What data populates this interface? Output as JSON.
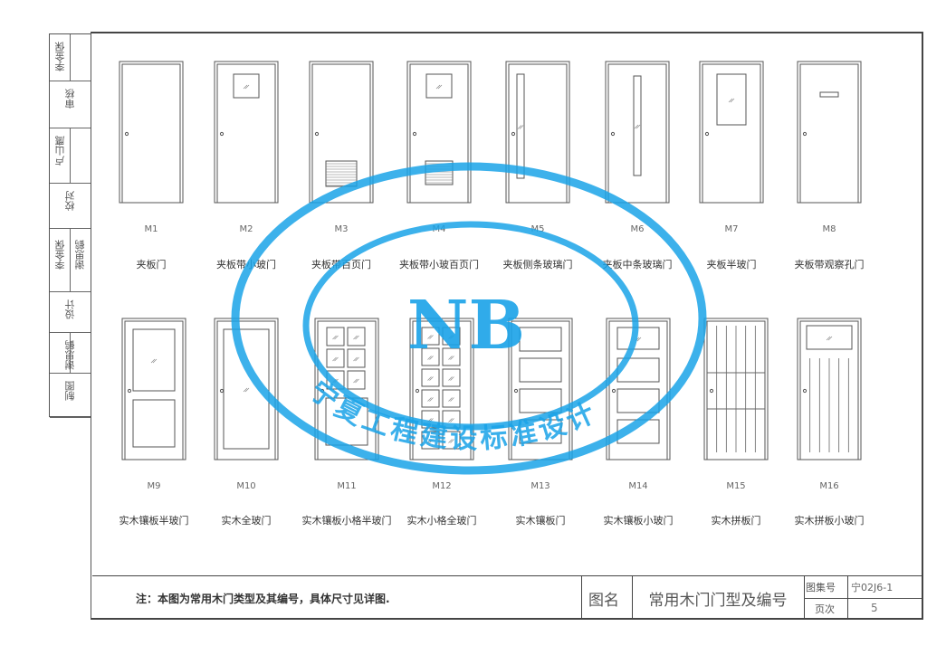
{
  "sidebar": [
    "李金保",
    "审核",
    "卢山鹰",
    "校对",
    "李金保",
    "谢思鹤",
    "设计",
    "谢思鹤",
    "制图"
  ],
  "doors_row1": [
    {
      "code": "M1",
      "name": "夹板门",
      "type": "plain"
    },
    {
      "code": "M2",
      "name": "夹板带小玻门",
      "type": "small-glass"
    },
    {
      "code": "M3",
      "name": "夹板带百页门",
      "type": "louver"
    },
    {
      "code": "M4",
      "name": "夹板带小玻百页门",
      "type": "small-glass-louver"
    },
    {
      "code": "M5",
      "name": "夹板侧条玻璃门",
      "type": "side-strip"
    },
    {
      "code": "M6",
      "name": "夹板中条玻璃门",
      "type": "center-strip"
    },
    {
      "code": "M7",
      "name": "夹板半玻门",
      "type": "half-glass"
    },
    {
      "code": "M8",
      "name": "夹板带观察孔门",
      "type": "peephole"
    }
  ],
  "doors_row2": [
    {
      "code": "M9",
      "name": "实木镶板半玻门",
      "type": "panel-half-glass"
    },
    {
      "code": "M10",
      "name": "实木全玻门",
      "type": "full-glass"
    },
    {
      "code": "M11",
      "name": "实木镶板小格半玻门",
      "type": "grid-half"
    },
    {
      "code": "M12",
      "name": "实木小格全玻门",
      "type": "grid-full"
    },
    {
      "code": "M13",
      "name": "实木镶板门",
      "type": "panels"
    },
    {
      "code": "M14",
      "name": "实木镶板小玻门",
      "type": "panels-glass"
    },
    {
      "code": "M15",
      "name": "实木拼板门",
      "type": "boards"
    },
    {
      "code": "M16",
      "name": "实木拼板小玻门",
      "type": "boards-glass"
    }
  ],
  "note": "注：本图为常用木门类型及其编号，具体尺寸见详图.",
  "title_block": {
    "name_label": "图名",
    "title": "常用木门门型及编号",
    "atlas_label": "图集号",
    "atlas_no": "宁02J6-1",
    "page_label": "页次",
    "page_no": "5"
  },
  "watermark": {
    "text": "宁夏工程建设标准设计",
    "logo": "NB",
    "color": "#1aa3e8"
  }
}
